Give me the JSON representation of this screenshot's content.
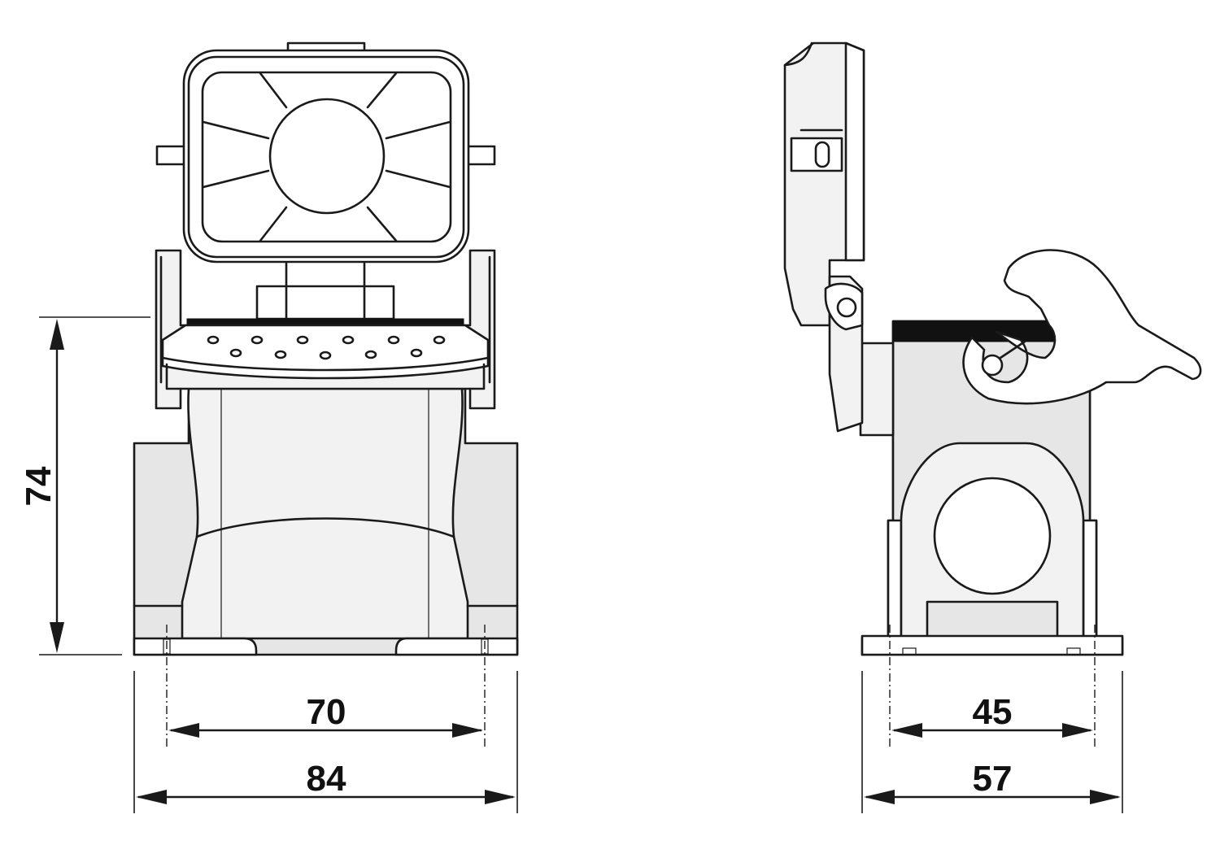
{
  "dimensions": {
    "height": "74",
    "inner_width_front": "70",
    "outer_width_front": "84",
    "inner_width_side": "45",
    "outer_width_side": "57"
  }
}
